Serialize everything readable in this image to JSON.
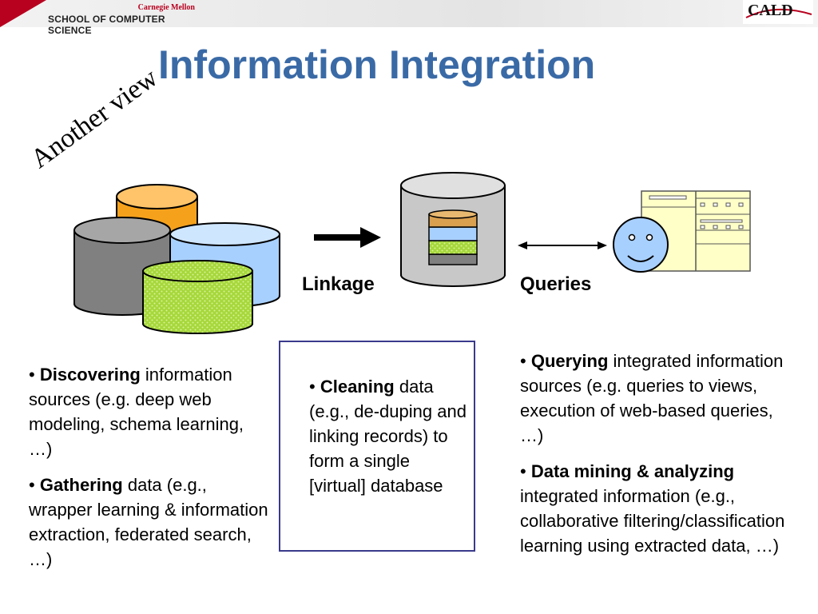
{
  "header": {
    "university": "Carnegie Mellon",
    "school": "SCHOOL OF COMPUTER SCIENCE",
    "logo_right": "CALD"
  },
  "title": "Information Integration",
  "annotation": "Another view",
  "diagram": {
    "linkage_label": "Linkage",
    "queries_label": "Queries",
    "icons": [
      "orange-database-icon",
      "gray-database-icon",
      "blue-database-icon",
      "green-database-icon",
      "integrated-database-icon",
      "arrow-right-icon",
      "double-arrow-icon",
      "smiley-face-icon",
      "table-view-icon"
    ],
    "colors": {
      "orange": "#f5a11c",
      "gray": "#808080",
      "blue": "#a8d0ff",
      "green": "#a6d83a",
      "title": "#3a6aa6",
      "box_border": "#3a3a8c"
    }
  },
  "left": {
    "item1": {
      "bullet": "•",
      "term": "Discovering",
      "rest": " information sources (e.g. deep web modeling, schema learning, …)"
    },
    "item2": {
      "bullet": "•",
      "term": "Gathering",
      "rest": " data (e.g., wrapper learning & information extraction, federated search, …)"
    }
  },
  "center": {
    "item1": {
      "bullet": "•",
      "term": "Cleaning",
      "rest": " data (e.g., de-duping and linking records) to form a single [virtual] database"
    }
  },
  "right": {
    "item1": {
      "bullet": "•",
      "term": "Querying",
      "rest": " integrated information sources (e.g. queries to views, execution of web-based queries, …)"
    },
    "item2": {
      "bullet": "•",
      "term": "Data mining & analyzing",
      "rest": " integrated information (e.g., collaborative filtering/classification learning using extracted data, …)"
    }
  }
}
